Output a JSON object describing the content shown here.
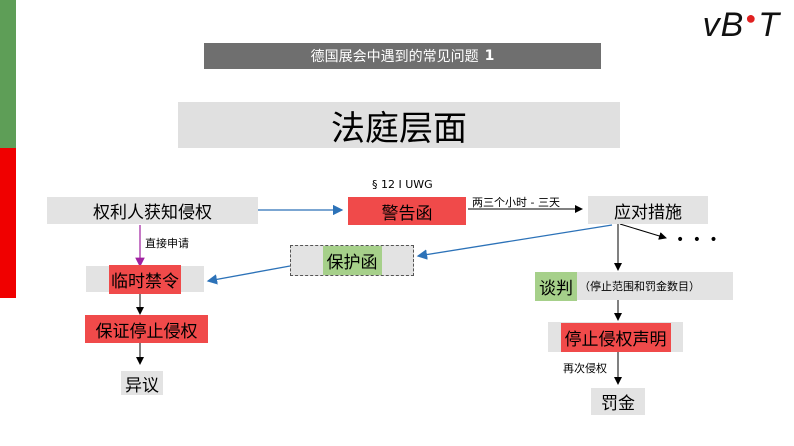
{
  "logo": {
    "text_left": "vB",
    "text_right": "T"
  },
  "title": {
    "text": "德国展会中遇到的常见问题",
    "number": "1"
  },
  "heading": "法庭层面",
  "nodes": {
    "rights_holder": "权利人获知侵权",
    "warning_letter": "警告函",
    "response": "应对措施",
    "protective_letter": "保护函",
    "injunction": "临时禁令",
    "guarantee": "保证停止侵权",
    "objection": "异议",
    "negotiation": "谈判",
    "negotiation_note": "（停止范围和罚金数目）",
    "cease_declaration": "停止侵权声明",
    "penalty": "罚金",
    "ellipsis": "• • •"
  },
  "labels": {
    "uwg": "§ 12 I UWG",
    "time_window": "两三个小时 - 三天",
    "direct_apply": "直接申请",
    "repeat": "再次侵权"
  },
  "colors": {
    "accent_red": "#f04a4a",
    "accent_green": "#a6d08a",
    "grey_box": "#e3e3e3",
    "title_bar": "#6f6f6f",
    "blue_arrow": "#2c72b8",
    "purple_arrow": "#a020a0"
  }
}
